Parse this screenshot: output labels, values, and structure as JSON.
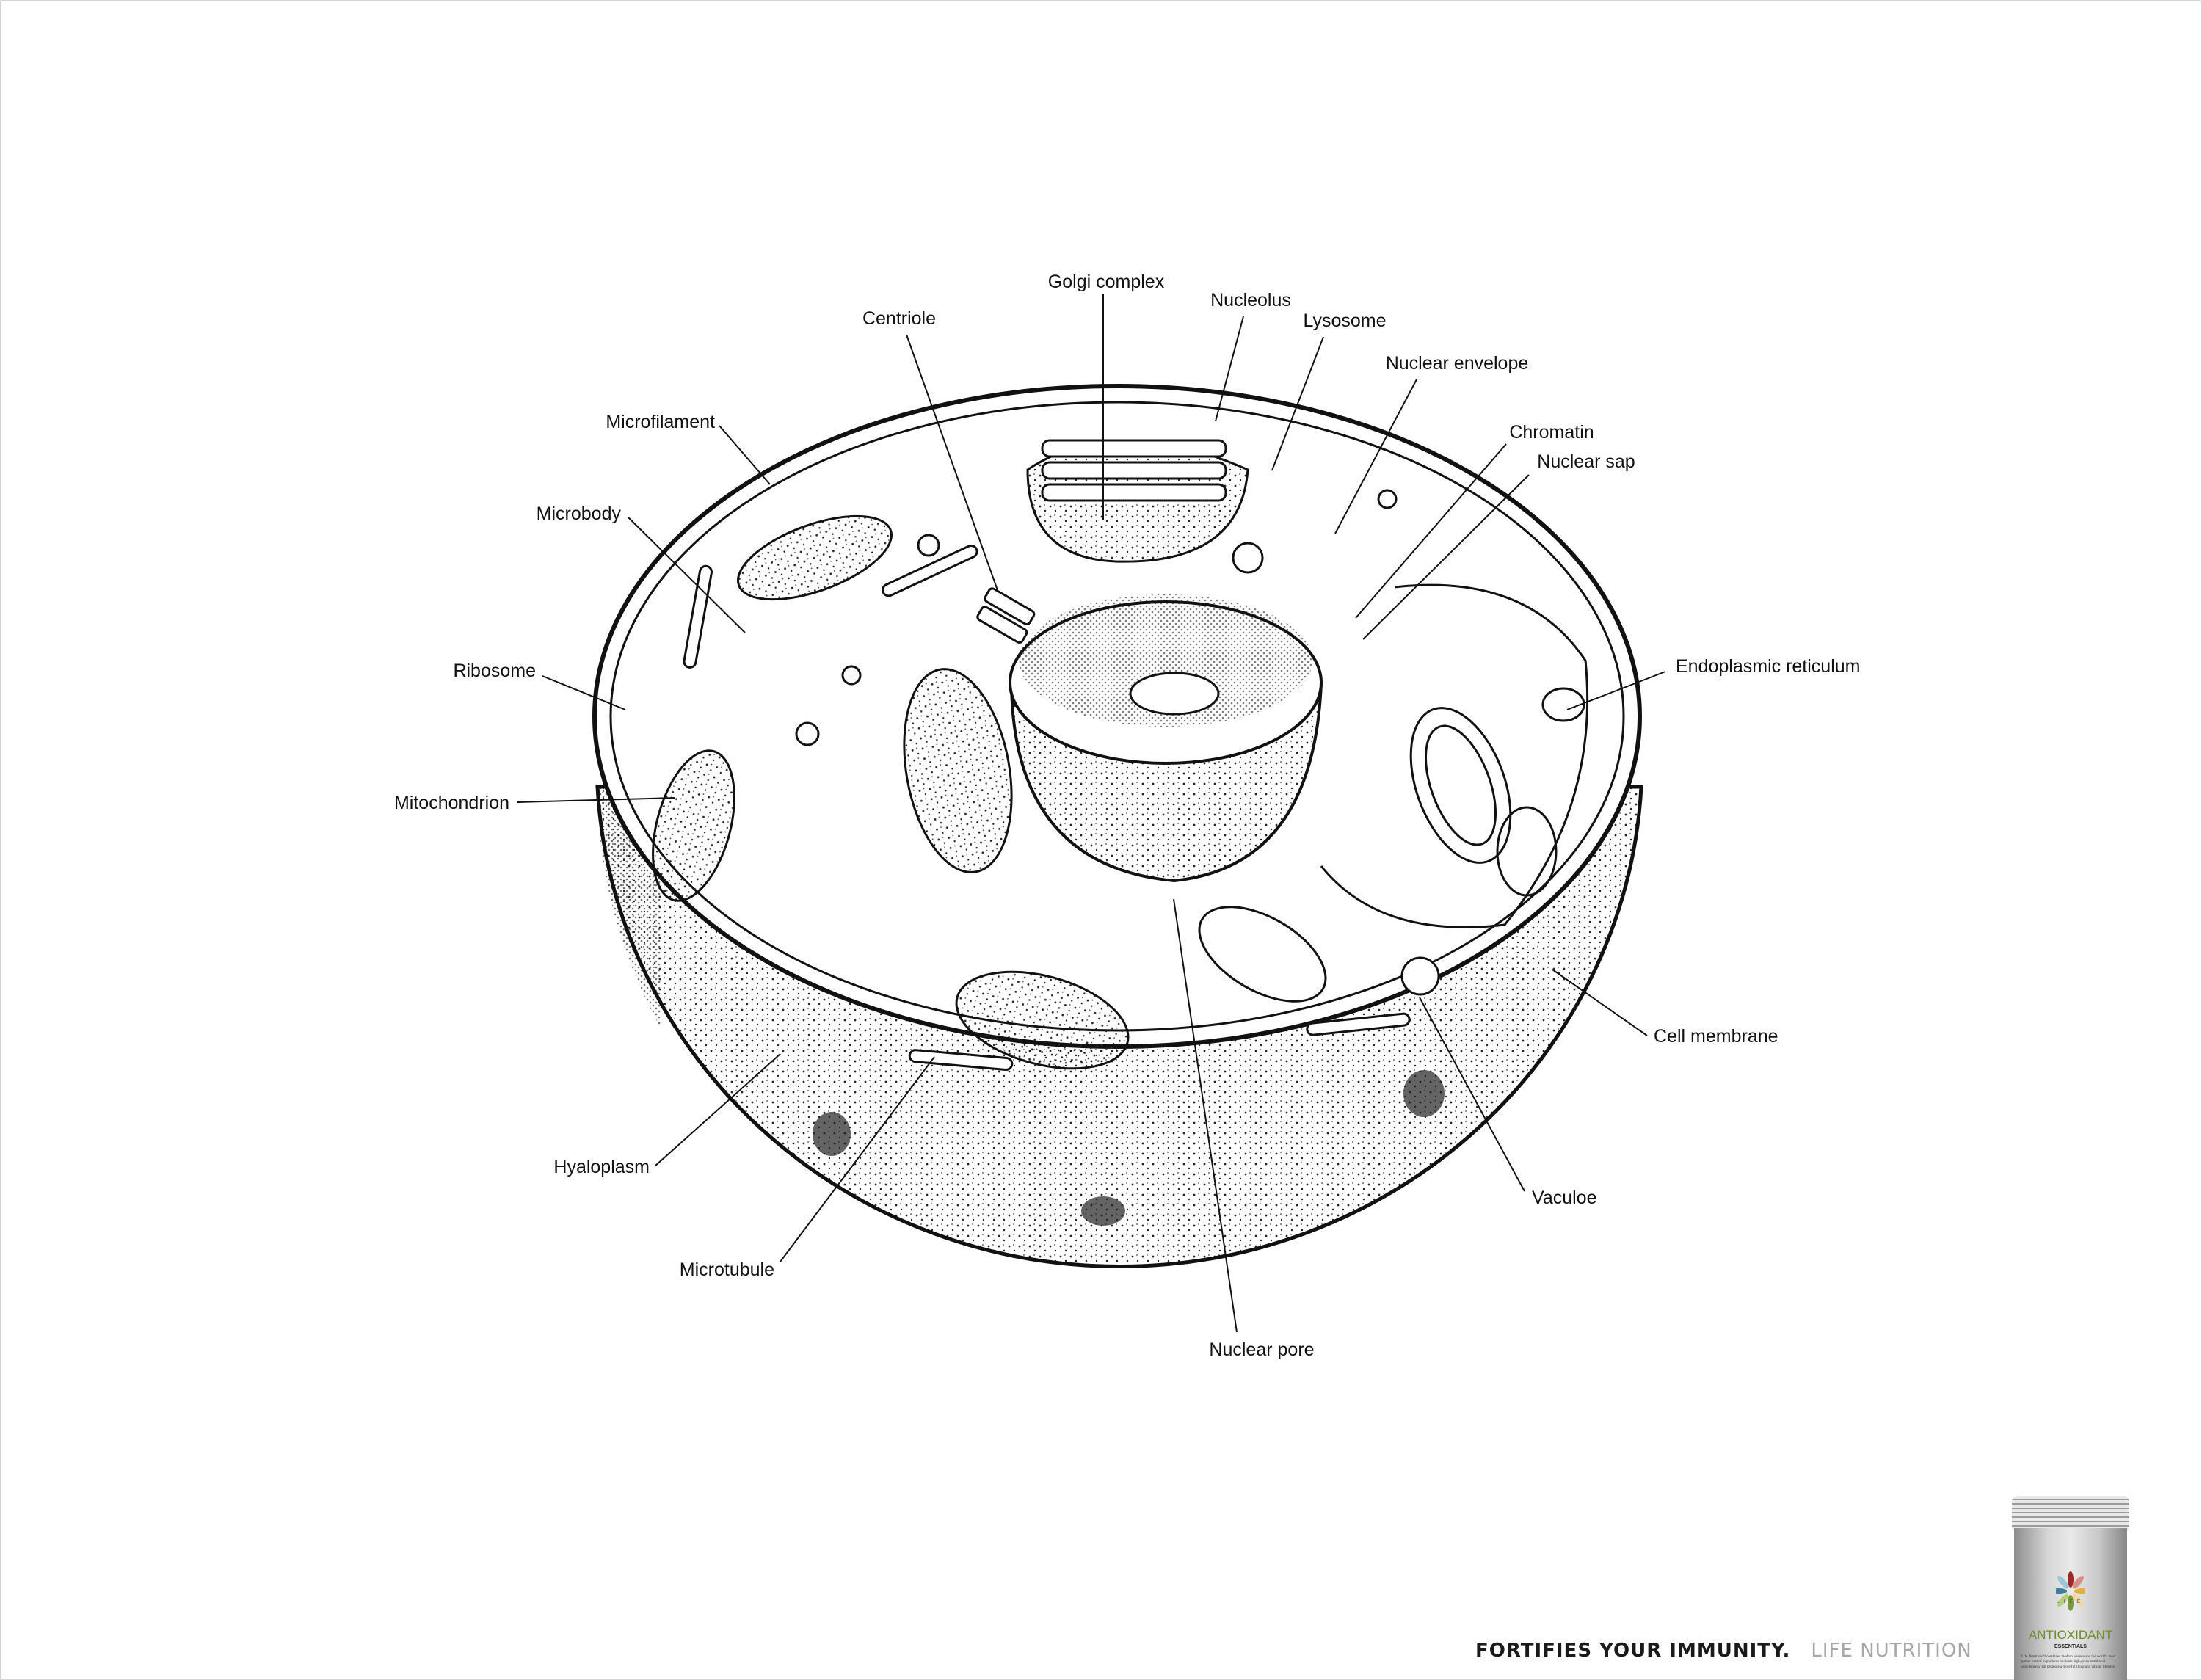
{
  "labels": {
    "golgi_complex": "Golgi complex",
    "centriole": "Centriole",
    "nucleolus": "Nucleolus",
    "lysosome": "Lysosome",
    "nuclear_envelope": "Nuclear envelope",
    "chromatin": "Chromatin",
    "nuclear_sap": "Nuclear sap",
    "endoplasmic_reticulum": "Endoplasmic reticulum",
    "cell_membrane": "Cell membrane",
    "vaculoe": "Vaculoe",
    "nuclear_pore": "Nuclear pore",
    "microtubule": "Microtubule",
    "hyaloplasm": "Hyaloplasm",
    "mitochondrion": "Mitochondrion",
    "ribosome": "Ribosome",
    "microbody": "Microbody",
    "microfilament": "Microfilament"
  },
  "tagline": {
    "headline": "FORTIFIES YOUR IMMUNITY.",
    "brand": "LIFE NUTRITION"
  },
  "product": {
    "logo_word": "LIFE",
    "name": "ANTIOXIDANT",
    "subname": "ESSENTIALS",
    "copy": "Life Nutrition™ combines modern science and the world's most potent natural ingredients to create high-grade nutritional supplements that promote a more fulfilling and vibrant lifestyle.",
    "name_color": "#6e8b2a"
  }
}
